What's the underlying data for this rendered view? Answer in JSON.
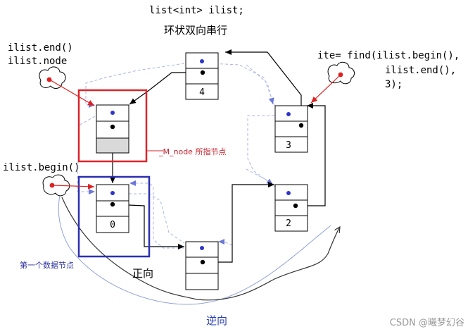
{
  "code": {
    "declaration": "list<int> ilist;",
    "end_call": "ilist.end()",
    "node_member": "ilist.node",
    "begin_call": "ilist.begin()",
    "find_line1": "ite= find(ilist.begin(),",
    "find_line2": "ilist.end(),",
    "find_line3": "3);"
  },
  "labels": {
    "title": "环状双向串行",
    "m_node": "_M_node 所指节点",
    "first_node": "第一个数据节点",
    "forward": "正向",
    "backward": "逆向",
    "watermark": "CSDN @曦梦幻谷"
  },
  "nodes": [
    {
      "id": "head",
      "value": ""
    },
    {
      "id": "n0",
      "value": "0"
    },
    {
      "id": "n4",
      "value": "4"
    },
    {
      "id": "n3",
      "value": "3"
    },
    {
      "id": "n2",
      "value": "2"
    },
    {
      "id": "n1",
      "value": ""
    }
  ],
  "colors": {
    "highlight_red": "#d9252b",
    "highlight_blue": "#2b2fb0",
    "prev_link": "#a9b4e8",
    "next_link": "#000000",
    "node_dot": "#2e35c9",
    "data_dot": "#000000",
    "label_blue": "#2a2f9e",
    "pointer_red": "#e02020",
    "empty_cell": "#d9d9d9"
  }
}
